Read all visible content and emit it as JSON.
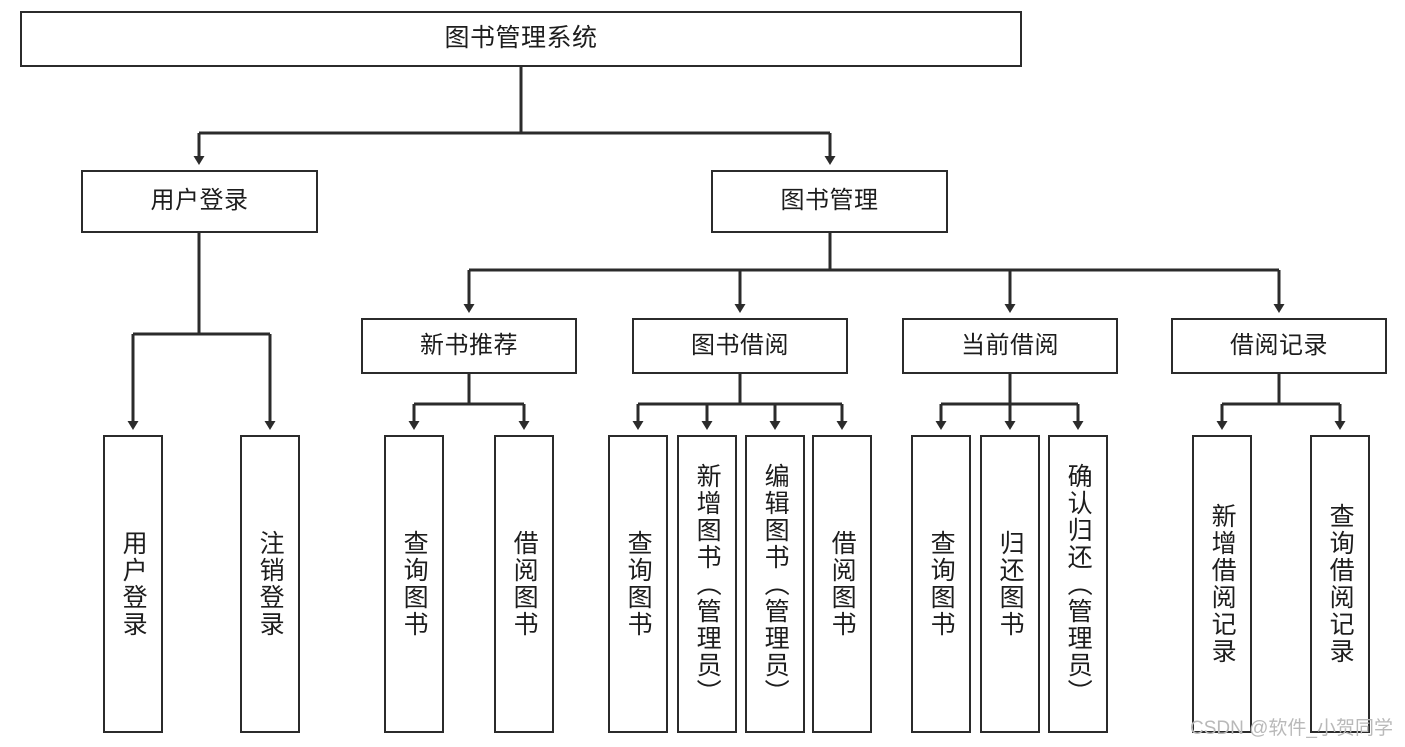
{
  "diagram": {
    "title": "图书管理系统",
    "type": "tree-hierarchy",
    "watermark": "CSDN @软件_小贺同学",
    "colors": {
      "background": "#ffffff",
      "box_border": "#2b2b2b",
      "box_fill": "#ffffff",
      "connector": "#2b2b2b",
      "text": "#1d1d1d",
      "watermark": "#b9b9b9"
    },
    "nodes": {
      "root": {
        "label": "图书管理系统"
      },
      "level1": [
        {
          "label": "用户登录"
        },
        {
          "label": "图书管理"
        }
      ],
      "level2": [
        {
          "label": "新书推荐"
        },
        {
          "label": "图书借阅"
        },
        {
          "label": "当前借阅"
        },
        {
          "label": "借阅记录"
        }
      ],
      "leaves": {
        "user_login": [
          {
            "label": "用户登录"
          },
          {
            "label": "注销登录"
          }
        ],
        "new_book_recommend": [
          {
            "label": "查询图书"
          },
          {
            "label": "借阅图书"
          }
        ],
        "book_borrow": [
          {
            "label": "查询图书"
          },
          {
            "label": "新增图书（管理员）"
          },
          {
            "label": "编辑图书（管理员）"
          },
          {
            "label": "借阅图书"
          }
        ],
        "current_borrow": [
          {
            "label": "查询图书"
          },
          {
            "label": "归还图书"
          },
          {
            "label": "确认归还（管理员）"
          }
        ],
        "borrow_record": [
          {
            "label": "新增借阅记录"
          },
          {
            "label": "查询借阅记录"
          }
        ]
      }
    }
  }
}
